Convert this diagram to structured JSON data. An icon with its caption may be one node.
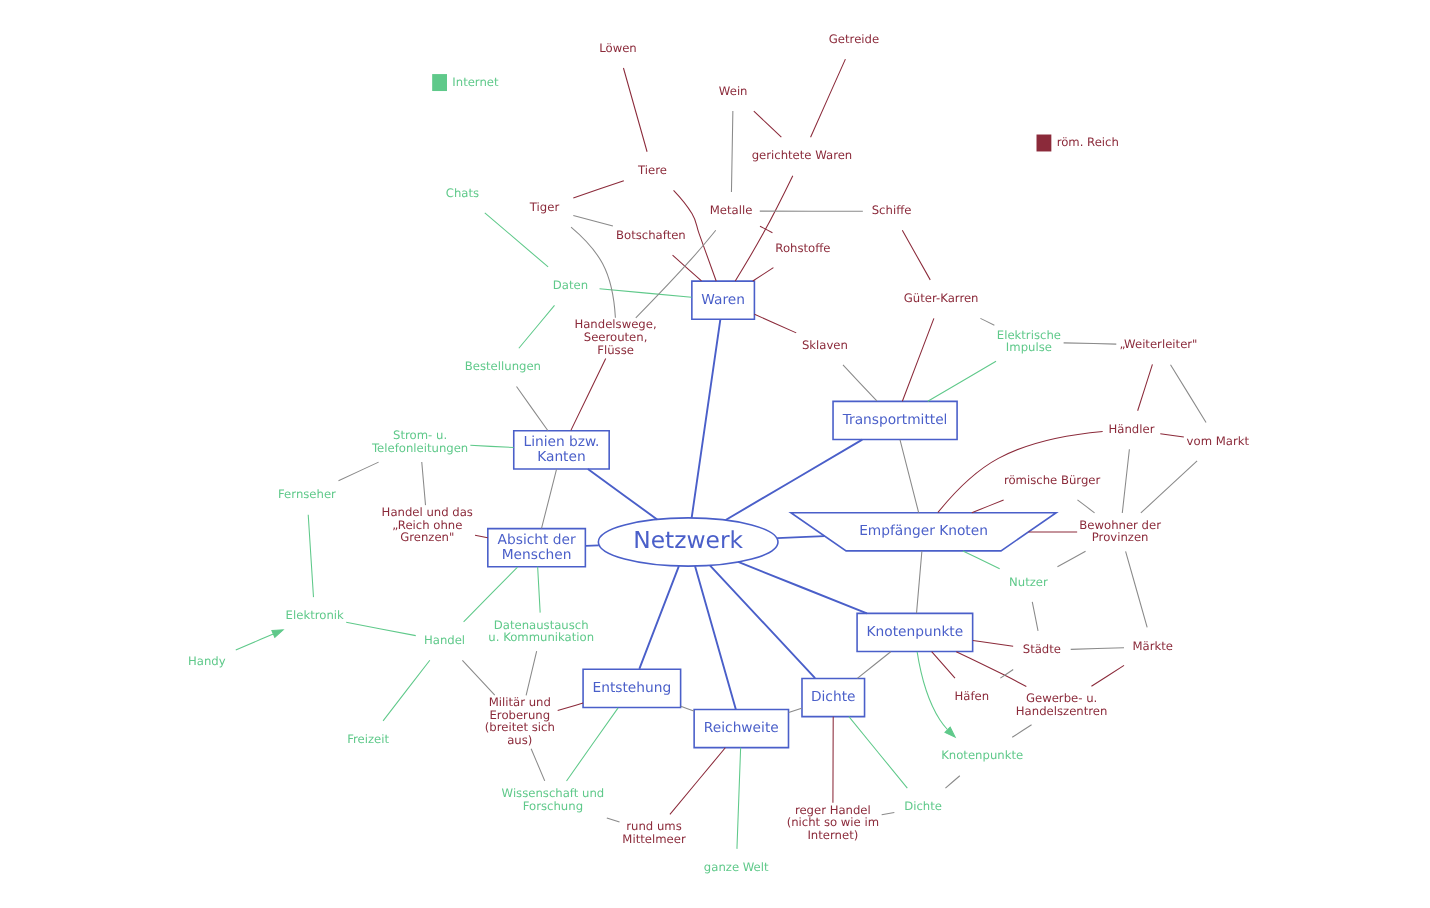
{
  "diagram": {
    "nodes": [
      {
        "text": [
          "Netzwerk"
        ]
      },
      {
        "text": [
          "Entstehung"
        ]
      },
      {
        "text": [
          "Absicht der Menschen"
        ]
      },
      {
        "text": [
          "Linien bzw. Kanten"
        ]
      },
      {
        "text": [
          "Waren"
        ]
      },
      {
        "text": [
          "Transportmittel"
        ]
      },
      {
        "text": [
          "Empfänger Knoten"
        ]
      },
      {
        "text": [
          "Knotenpunkte"
        ]
      },
      {
        "text": [
          "Dichte"
        ]
      },
      {
        "text": [
          "Reichweite"
        ]
      },
      {
        "text": [
          "Wissenschaft und Forschung"
        ]
      },
      {
        "text": [
          "Militär und Eroberung (breitet sich aus)"
        ]
      },
      {
        "text": [
          "rund ums Mittelmeer"
        ]
      },
      {
        "text": [
          "ganze Welt"
        ]
      },
      {
        "text": [
          "Freizeit"
        ]
      },
      {
        "text": [
          "Handel"
        ]
      },
      {
        "text": [
          "Elektronik"
        ]
      },
      {
        "text": [
          "Handy"
        ]
      },
      {
        "text": [
          "Fernseher"
        ]
      },
      {
        "text": [
          "Strom- u. Telefonleitungen"
        ]
      },
      {
        "text": [
          "Datenaustausch u. Kommunikation"
        ]
      },
      {
        "text": [
          "Handel und das „Reich ohne Grenzen\""
        ]
      },
      {
        "text": [
          "Bestellungen"
        ]
      },
      {
        "text": [
          "Chats"
        ]
      },
      {
        "text": [
          "Daten"
        ]
      },
      {
        "text": [
          "Handelswege, Seerouten, Flüsse"
        ]
      },
      {
        "text": [
          "Löwen"
        ]
      },
      {
        "text": [
          "Tiere"
        ]
      },
      {
        "text": [
          "Tiger"
        ]
      },
      {
        "text": [
          "Botschaften"
        ]
      },
      {
        "text": [
          "Rohstoffe"
        ]
      },
      {
        "text": [
          "Metalle"
        ]
      },
      {
        "text": [
          "Sklaven"
        ]
      },
      {
        "text": [
          "gerichtete Waren"
        ]
      },
      {
        "text": [
          "Getreide"
        ]
      },
      {
        "text": [
          "Wein"
        ]
      },
      {
        "text": [
          "Schiffe"
        ]
      },
      {
        "text": [
          "Güter-Karren"
        ]
      },
      {
        "text": [
          "Elektrische Impulse"
        ]
      },
      {
        "text": [
          "„Weiterleiter\""
        ]
      },
      {
        "text": [
          "Händler"
        ]
      },
      {
        "text": [
          "vom Markt"
        ]
      },
      {
        "text": [
          "römische Bürger"
        ]
      },
      {
        "text": [
          "Nutzer"
        ]
      },
      {
        "text": [
          "Bewohner der Provinzen"
        ]
      },
      {
        "text": [
          "Häfen"
        ]
      },
      {
        "text": [
          "Gewerbe- u. Handelszentren"
        ]
      },
      {
        "text": [
          "Städte"
        ]
      },
      {
        "text": [
          "Märkte"
        ]
      },
      {
        "text": [
          "Knotenpunkte"
        ]
      },
      {
        "text": [
          "Dichte"
        ]
      },
      {
        "text": [
          "reger Handel (nicht so wie im Internet)"
        ]
      }
    ],
    "edges": [
      {
        "from": 0,
        "to": 1,
        "arrow": "none",
        "color": "#4a5fc9"
      },
      {
        "from": 0,
        "to": 2,
        "arrow": "none",
        "color": "#4a5fc9"
      },
      {
        "from": 0,
        "to": 3,
        "arrow": "none",
        "color": "#4a5fc9"
      },
      {
        "from": 0,
        "to": 4,
        "arrow": "none",
        "color": "#4a5fc9"
      },
      {
        "from": 0,
        "to": 5,
        "arrow": "none",
        "color": "#4a5fc9"
      },
      {
        "from": 0,
        "to": 6,
        "arrow": "none",
        "color": "#4a5fc9"
      },
      {
        "from": 0,
        "to": 7,
        "arrow": "none",
        "color": "#4a5fc9"
      },
      {
        "from": 0,
        "to": 8,
        "arrow": "none",
        "color": "#4a5fc9"
      },
      {
        "from": 0,
        "to": 9,
        "arrow": "none",
        "color": "#4a5fc9"
      },
      {
        "from": 1,
        "to": 10,
        "arrow": "none",
        "color": "#5fc98a"
      },
      {
        "from": 1,
        "to": 11,
        "arrow": "none",
        "color": "#8b2a3a"
      },
      {
        "from": 9,
        "to": 12,
        "arrow": "none",
        "color": "#8b2a3a"
      },
      {
        "from": 9,
        "to": 13,
        "arrow": "none",
        "color": "#5fc98a"
      },
      {
        "from": 2,
        "to": 15,
        "arrow": "none",
        "color": "#5fc98a"
      },
      {
        "from": 15,
        "to": 14,
        "arrow": "none",
        "color": "#5fc98a"
      },
      {
        "from": 15,
        "to": 16,
        "arrow": "none",
        "color": "#5fc98a"
      },
      {
        "from": 17,
        "to": 16,
        "arrow": "to",
        "color": "#5fc98a"
      },
      {
        "from": 16,
        "to": 18,
        "arrow": "none",
        "color": "#5fc98a"
      },
      {
        "from": 3,
        "to": 19,
        "arrow": "none",
        "color": "#5fc98a"
      },
      {
        "from": 2,
        "to": 20,
        "arrow": "none",
        "color": "#5fc98a"
      },
      {
        "from": 2,
        "to": 21,
        "arrow": "none",
        "color": "#8b2a3a"
      },
      {
        "from": 4,
        "to": 24,
        "arrow": "none",
        "color": "#5fc98a"
      },
      {
        "from": 24,
        "to": 23,
        "arrow": "none",
        "color": "#5fc98a"
      },
      {
        "from": 24,
        "to": 22,
        "arrow": "none",
        "color": "#5fc98a"
      },
      {
        "from": 3,
        "to": 25,
        "arrow": "none",
        "color": "#8b2a3a"
      },
      {
        "from": 4,
        "to": 27,
        "arrow": "none",
        "color": "#8b2a3a"
      },
      {
        "from": 27,
        "to": 26,
        "arrow": "none",
        "color": "#8b2a3a"
      },
      {
        "from": 27,
        "to": 28,
        "arrow": "none",
        "color": "#8b2a3a"
      },
      {
        "from": 4,
        "to": 29,
        "arrow": "none",
        "color": "#8b2a3a"
      },
      {
        "from": 4,
        "to": 30,
        "arrow": "none",
        "color": "#8b2a3a"
      },
      {
        "from": 30,
        "to": 31,
        "arrow": "none",
        "color": "#8b2a3a"
      },
      {
        "from": 4,
        "to": 32,
        "arrow": "none",
        "color": "#8b2a3a"
      },
      {
        "from": 4,
        "to": 33,
        "arrow": "none",
        "color": "#8b2a3a"
      },
      {
        "from": 33,
        "to": 34,
        "arrow": "none",
        "color": "#8b2a3a"
      },
      {
        "from": 33,
        "to": 35,
        "arrow": "none",
        "color": "#8b2a3a"
      },
      {
        "from": 5,
        "to": 37,
        "arrow": "none",
        "color": "#8b2a3a"
      },
      {
        "from": 36,
        "to": 37,
        "arrow": "none",
        "color": "#8b2a3a"
      },
      {
        "from": 5,
        "to": 38,
        "arrow": "none",
        "color": "#5fc98a"
      },
      {
        "from": 6,
        "to": 43,
        "arrow": "none",
        "color": "#5fc98a"
      },
      {
        "from": 6,
        "to": 42,
        "arrow": "none",
        "color": "#8b2a3a"
      },
      {
        "from": 6,
        "to": 40,
        "arrow": "none",
        "color": "#8b2a3a"
      },
      {
        "from": 40,
        "to": 39,
        "arrow": "none",
        "color": "#8b2a3a"
      },
      {
        "from": 40,
        "to": 41,
        "arrow": "none",
        "color": "#8b2a3a"
      },
      {
        "from": 6,
        "to": 44,
        "arrow": "none",
        "color": "#8b2a3a"
      },
      {
        "from": 7,
        "to": 45,
        "arrow": "none",
        "color": "#8b2a3a"
      },
      {
        "from": 7,
        "to": 46,
        "arrow": "none",
        "color": "#8b2a3a"
      },
      {
        "from": 7,
        "to": 47,
        "arrow": "none",
        "color": "#8b2a3a"
      },
      {
        "from": 46,
        "to": 48,
        "arrow": "none",
        "color": "#8b2a3a"
      },
      {
        "from": 7,
        "to": 49,
        "arrow": "to",
        "color": "#5fc98a"
      },
      {
        "from": 8,
        "to": 50,
        "arrow": "none",
        "color": "#5fc98a"
      },
      {
        "from": 8,
        "to": 51,
        "arrow": "none",
        "color": "#8b2a3a"
      },
      {
        "from": 10,
        "to": 11,
        "arrow": "none"
      },
      {
        "from": 12,
        "to": 10,
        "arrow": "none"
      },
      {
        "from": 1,
        "to": 9,
        "arrow": "none"
      },
      {
        "from": 11,
        "to": 15,
        "arrow": "none"
      },
      {
        "from": 11,
        "to": 20,
        "arrow": "none"
      },
      {
        "from": 2,
        "to": 3,
        "arrow": "none"
      },
      {
        "from": 21,
        "to": 19,
        "arrow": "none"
      },
      {
        "from": 18,
        "to": 19,
        "arrow": "none"
      },
      {
        "from": 22,
        "to": 3,
        "arrow": "none"
      },
      {
        "from": 25,
        "to": 28,
        "arrow": "none"
      },
      {
        "from": 25,
        "to": 31,
        "arrow": "none"
      },
      {
        "from": 28,
        "to": 29,
        "arrow": "none"
      },
      {
        "from": 31,
        "to": 35,
        "arrow": "none"
      },
      {
        "from": 31,
        "to": 36,
        "arrow": "none"
      },
      {
        "from": 37,
        "to": 38,
        "arrow": "none"
      },
      {
        "from": 38,
        "to": 39,
        "arrow": "none"
      },
      {
        "from": 32,
        "to": 5,
        "arrow": "none"
      },
      {
        "from": 5,
        "to": 6,
        "arrow": "none"
      },
      {
        "from": 6,
        "to": 7,
        "arrow": "none"
      },
      {
        "from": 9,
        "to": 8,
        "arrow": "none"
      },
      {
        "from": 51,
        "to": 50,
        "arrow": "none"
      },
      {
        "from": 50,
        "to": 49,
        "arrow": "none"
      },
      {
        "from": 8,
        "to": 7,
        "arrow": "none"
      },
      {
        "from": 49,
        "to": 46,
        "arrow": "none"
      },
      {
        "from": 45,
        "to": 47,
        "arrow": "none"
      },
      {
        "from": 47,
        "to": 48,
        "arrow": "none"
      },
      {
        "from": 48,
        "to": 44,
        "arrow": "none"
      },
      {
        "from": 43,
        "to": 44,
        "arrow": "none"
      },
      {
        "from": 43,
        "to": 47,
        "arrow": "none"
      },
      {
        "from": 42,
        "to": 44,
        "arrow": "none"
      },
      {
        "from": 40,
        "to": 44,
        "arrow": "none"
      },
      {
        "from": 41,
        "to": 44,
        "arrow": "none"
      },
      {
        "from": 39,
        "to": 41,
        "arrow": "none"
      }
    ],
    "legend": [
      {
        "text": "Internet",
        "color": "#5fc98a"
      },
      {
        "text": "röm. Reich",
        "color": "#8b2a3a"
      }
    ]
  }
}
